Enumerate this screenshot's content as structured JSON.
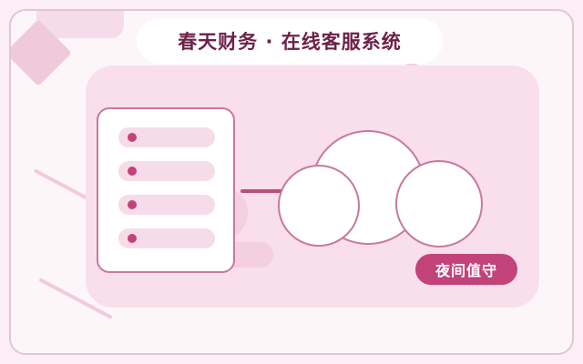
{
  "header": {
    "title": "春天财务 · 在线客服系统"
  },
  "status": {
    "badge_label": "夜间值守"
  },
  "colors": {
    "brand_dark": "#6e2148",
    "accent": "#c2427a",
    "panel": "#f9deeb",
    "border": "#c7799e"
  },
  "icons": [
    "list-card-icon",
    "cloud-icon",
    "connector-line"
  ]
}
